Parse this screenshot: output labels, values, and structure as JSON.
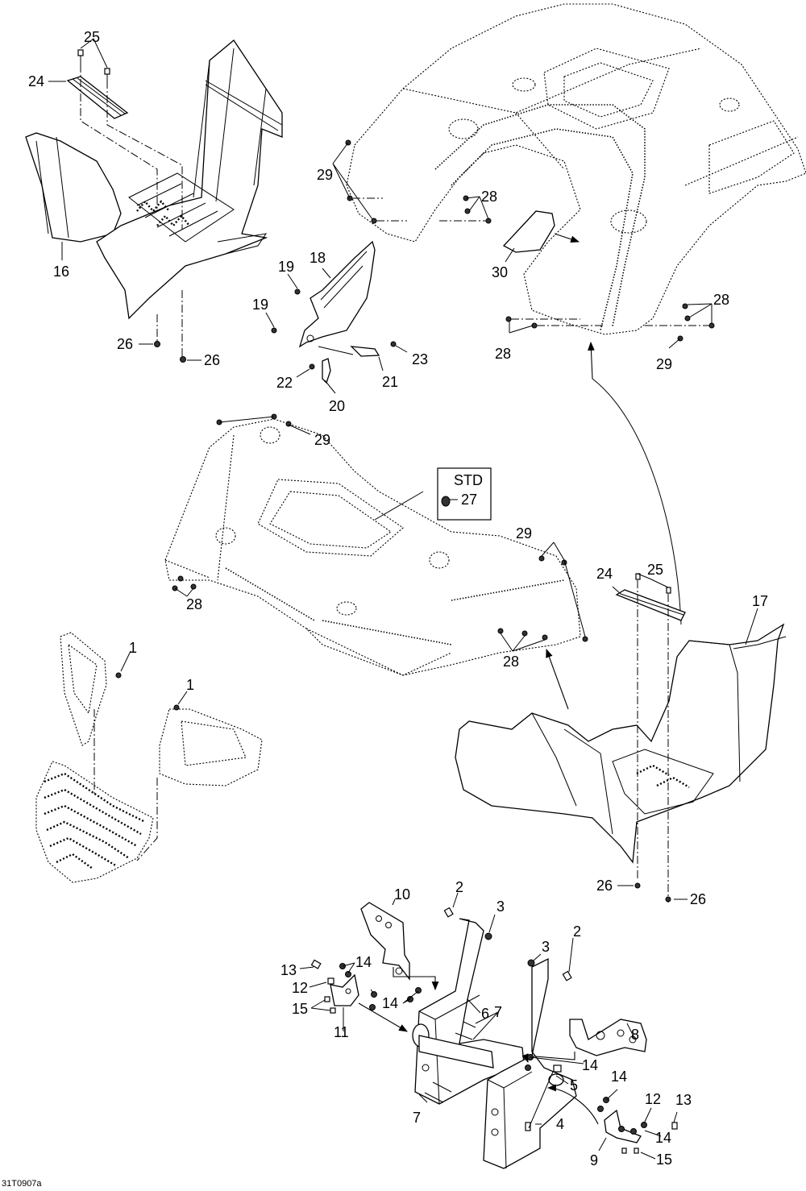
{
  "diagram": {
    "title": "",
    "drawing_code": "31T0907a",
    "std_box": {
      "label": "STD",
      "part": "27"
    },
    "callouts": [
      {
        "id": "c25a",
        "label": "25"
      },
      {
        "id": "c24a",
        "label": "24"
      },
      {
        "id": "c16",
        "label": "16"
      },
      {
        "id": "c26a",
        "label": "26"
      },
      {
        "id": "c26b",
        "label": "26"
      },
      {
        "id": "c19a",
        "label": "19"
      },
      {
        "id": "c19b",
        "label": "19"
      },
      {
        "id": "c18",
        "label": "18"
      },
      {
        "id": "c22",
        "label": "22"
      },
      {
        "id": "c20",
        "label": "20"
      },
      {
        "id": "c21",
        "label": "21"
      },
      {
        "id": "c23",
        "label": "23"
      },
      {
        "id": "c29a",
        "label": "29"
      },
      {
        "id": "c28a",
        "label": "28"
      },
      {
        "id": "c30",
        "label": "30"
      },
      {
        "id": "c28b",
        "label": "28"
      },
      {
        "id": "c28c",
        "label": "28"
      },
      {
        "id": "c29b",
        "label": "29"
      },
      {
        "id": "c29c",
        "label": "29"
      },
      {
        "id": "c28d",
        "label": "28"
      },
      {
        "id": "c29d",
        "label": "29"
      },
      {
        "id": "c28e",
        "label": "28"
      },
      {
        "id": "c25b",
        "label": "25"
      },
      {
        "id": "c24b",
        "label": "24"
      },
      {
        "id": "c17",
        "label": "17"
      },
      {
        "id": "c1a",
        "label": "1"
      },
      {
        "id": "c1b",
        "label": "1"
      },
      {
        "id": "c26c",
        "label": "26"
      },
      {
        "id": "c26d",
        "label": "26"
      },
      {
        "id": "c10",
        "label": "10"
      },
      {
        "id": "c2a",
        "label": "2"
      },
      {
        "id": "c3a",
        "label": "3"
      },
      {
        "id": "c3b",
        "label": "3"
      },
      {
        "id": "c2b",
        "label": "2"
      },
      {
        "id": "c13a",
        "label": "13"
      },
      {
        "id": "c14a",
        "label": "14"
      },
      {
        "id": "c12a",
        "label": "12"
      },
      {
        "id": "c14b",
        "label": "14"
      },
      {
        "id": "c15a",
        "label": "15"
      },
      {
        "id": "c11",
        "label": "11"
      },
      {
        "id": "c6",
        "label": "6"
      },
      {
        "id": "c7a",
        "label": "7"
      },
      {
        "id": "c8",
        "label": "8"
      },
      {
        "id": "c14c",
        "label": "14"
      },
      {
        "id": "c5",
        "label": "5"
      },
      {
        "id": "c14d",
        "label": "14"
      },
      {
        "id": "c12b",
        "label": "12"
      },
      {
        "id": "c13b",
        "label": "13"
      },
      {
        "id": "c7b",
        "label": "7"
      },
      {
        "id": "c4",
        "label": "4"
      },
      {
        "id": "c14e",
        "label": "14"
      },
      {
        "id": "c9",
        "label": "9"
      },
      {
        "id": "c15b",
        "label": "15"
      }
    ]
  }
}
